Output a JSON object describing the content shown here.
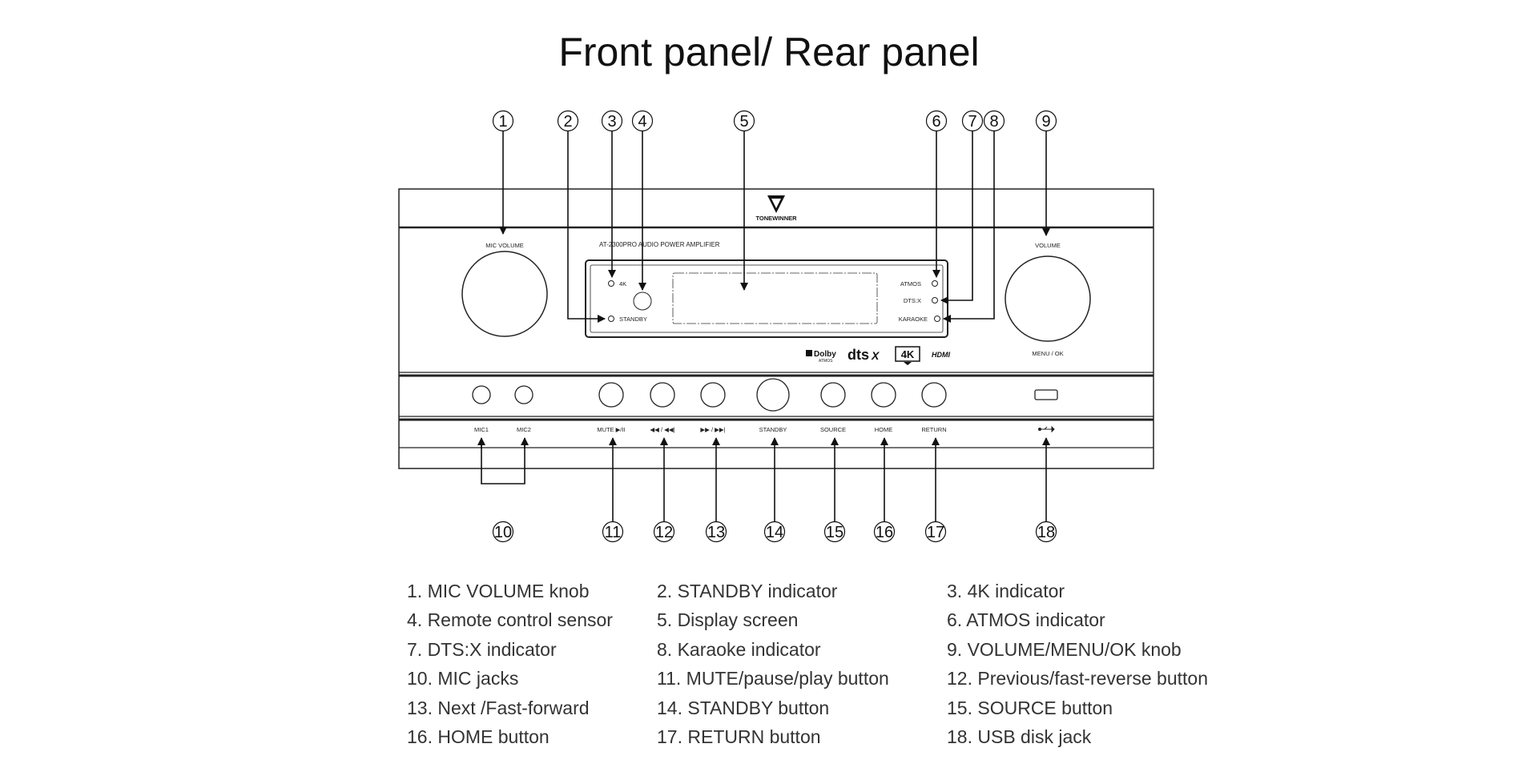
{
  "title": "Front panel/ Rear panel",
  "brand": {
    "name": "TONEWINNER",
    "model": "AT-2300PRO  AUDIO POWER AMPLIFIER",
    "logo_icon": "tonewinner-logo-icon"
  },
  "panel_labels": {
    "mic_volume": "MIC VOLUME",
    "volume": "VOLUME",
    "menu_ok": "MENU / OK",
    "ind_4k": "4K",
    "ind_standby": "STANDBY",
    "ind_atmos": "ATMOS",
    "ind_dtsx": "DTS:X",
    "ind_karaoke": "KARAOKE"
  },
  "format_logos": {
    "dolby": "Dolby",
    "dolby_sub": "ATMOS",
    "dts": "dts",
    "dts_x": "X",
    "uhd": "4K",
    "hdmi": "HDMI"
  },
  "buttons": [
    {
      "id": "mic1",
      "label": "MIC1"
    },
    {
      "id": "mic2",
      "label": "MIC2"
    },
    {
      "id": "mute",
      "label": "MUTE  ▶/II"
    },
    {
      "id": "prev",
      "label": "◀◀ / ◀◀|"
    },
    {
      "id": "next",
      "label": "▶▶ / ▶▶|"
    },
    {
      "id": "standby",
      "label": "STANDBY"
    },
    {
      "id": "source",
      "label": "SOURCE"
    },
    {
      "id": "home",
      "label": "HOME"
    },
    {
      "id": "return",
      "label": "RETURN"
    },
    {
      "id": "usb",
      "label": "usb-icon"
    }
  ],
  "callouts_top": [
    "1",
    "2",
    "3",
    "4",
    "5",
    "6",
    "7",
    "8",
    "9"
  ],
  "callouts_bottom": [
    "10",
    "11",
    "12",
    "13",
    "14",
    "15",
    "16",
    "17",
    "18"
  ],
  "legend": [
    [
      "1.   MIC VOLUME knob",
      "2. STANDBY indicator",
      "3.  4K indicator"
    ],
    [
      "4. Remote control sensor",
      "5. Display screen",
      "6. ATMOS indicator"
    ],
    [
      "7. DTS:X indicator",
      "8. Karaoke indicator",
      "9. VOLUME/MENU/OK knob"
    ],
    [
      "10. MIC jacks",
      "11. MUTE/pause/play button",
      "12. Previous/fast-reverse button"
    ],
    [
      "13. Next /Fast-forward",
      "14. STANDBY button",
      "15. SOURCE button"
    ],
    [
      "16. HOME button",
      "17. RETURN button",
      "18. USB disk jack"
    ]
  ]
}
